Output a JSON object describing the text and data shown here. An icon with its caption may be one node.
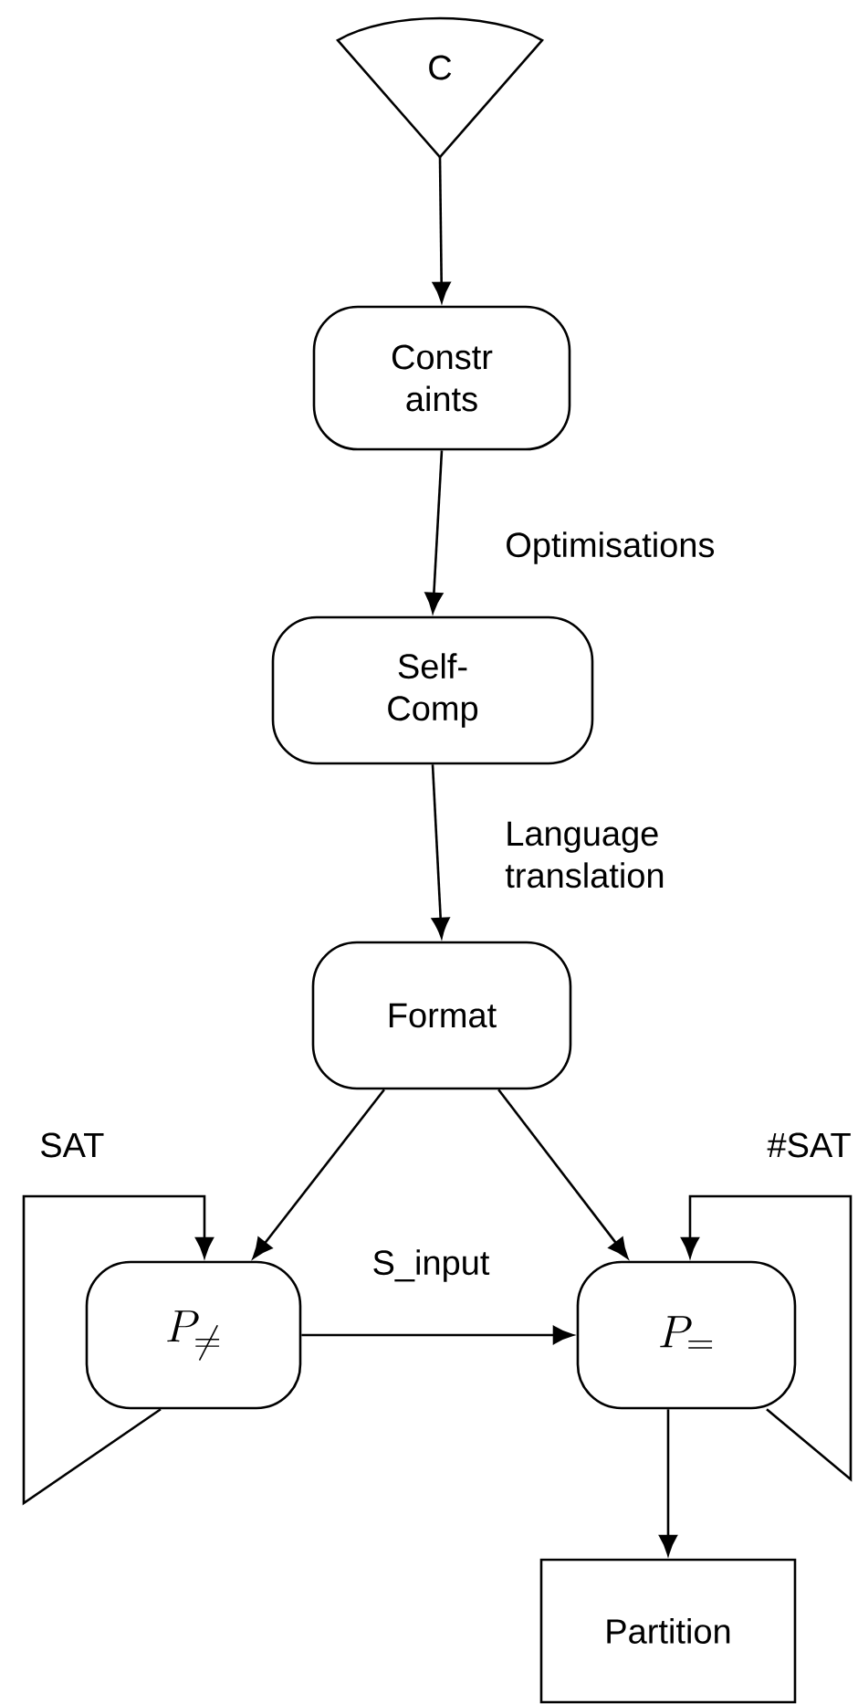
{
  "diagram": {
    "nodes": [
      {
        "text": [
          "C"
        ]
      },
      {
        "text": [
          "Constr aints"
        ]
      },
      {
        "text": [
          "Self- Comp"
        ]
      },
      {
        "text": [
          "Format"
        ]
      },
      {
        "text": [
          "P_{\\neq}"
        ]
      },
      {
        "text": [
          "P_{=}"
        ]
      },
      {
        "text": [
          "Partition"
        ]
      }
    ],
    "edges": [
      {
        "from": 0,
        "to": 1,
        "arrow": "to"
      },
      {
        "from": 1,
        "to": 2,
        "arrow": "to",
        "label": "Optimisations"
      },
      {
        "from": 2,
        "to": 3,
        "arrow": "to",
        "label": "Language translation"
      },
      {
        "from": 3,
        "to": 4,
        "arrow": "to"
      },
      {
        "from": 3,
        "to": 5,
        "arrow": "to"
      },
      {
        "from": 4,
        "to": 4,
        "arrow": "to",
        "label": "SAT"
      },
      {
        "from": 4,
        "to": 5,
        "arrow": "to",
        "label": "S_input"
      },
      {
        "from": 5,
        "to": 5,
        "arrow": "to",
        "label": "#SAT"
      },
      {
        "from": 5,
        "to": 6,
        "arrow": "to"
      }
    ]
  }
}
